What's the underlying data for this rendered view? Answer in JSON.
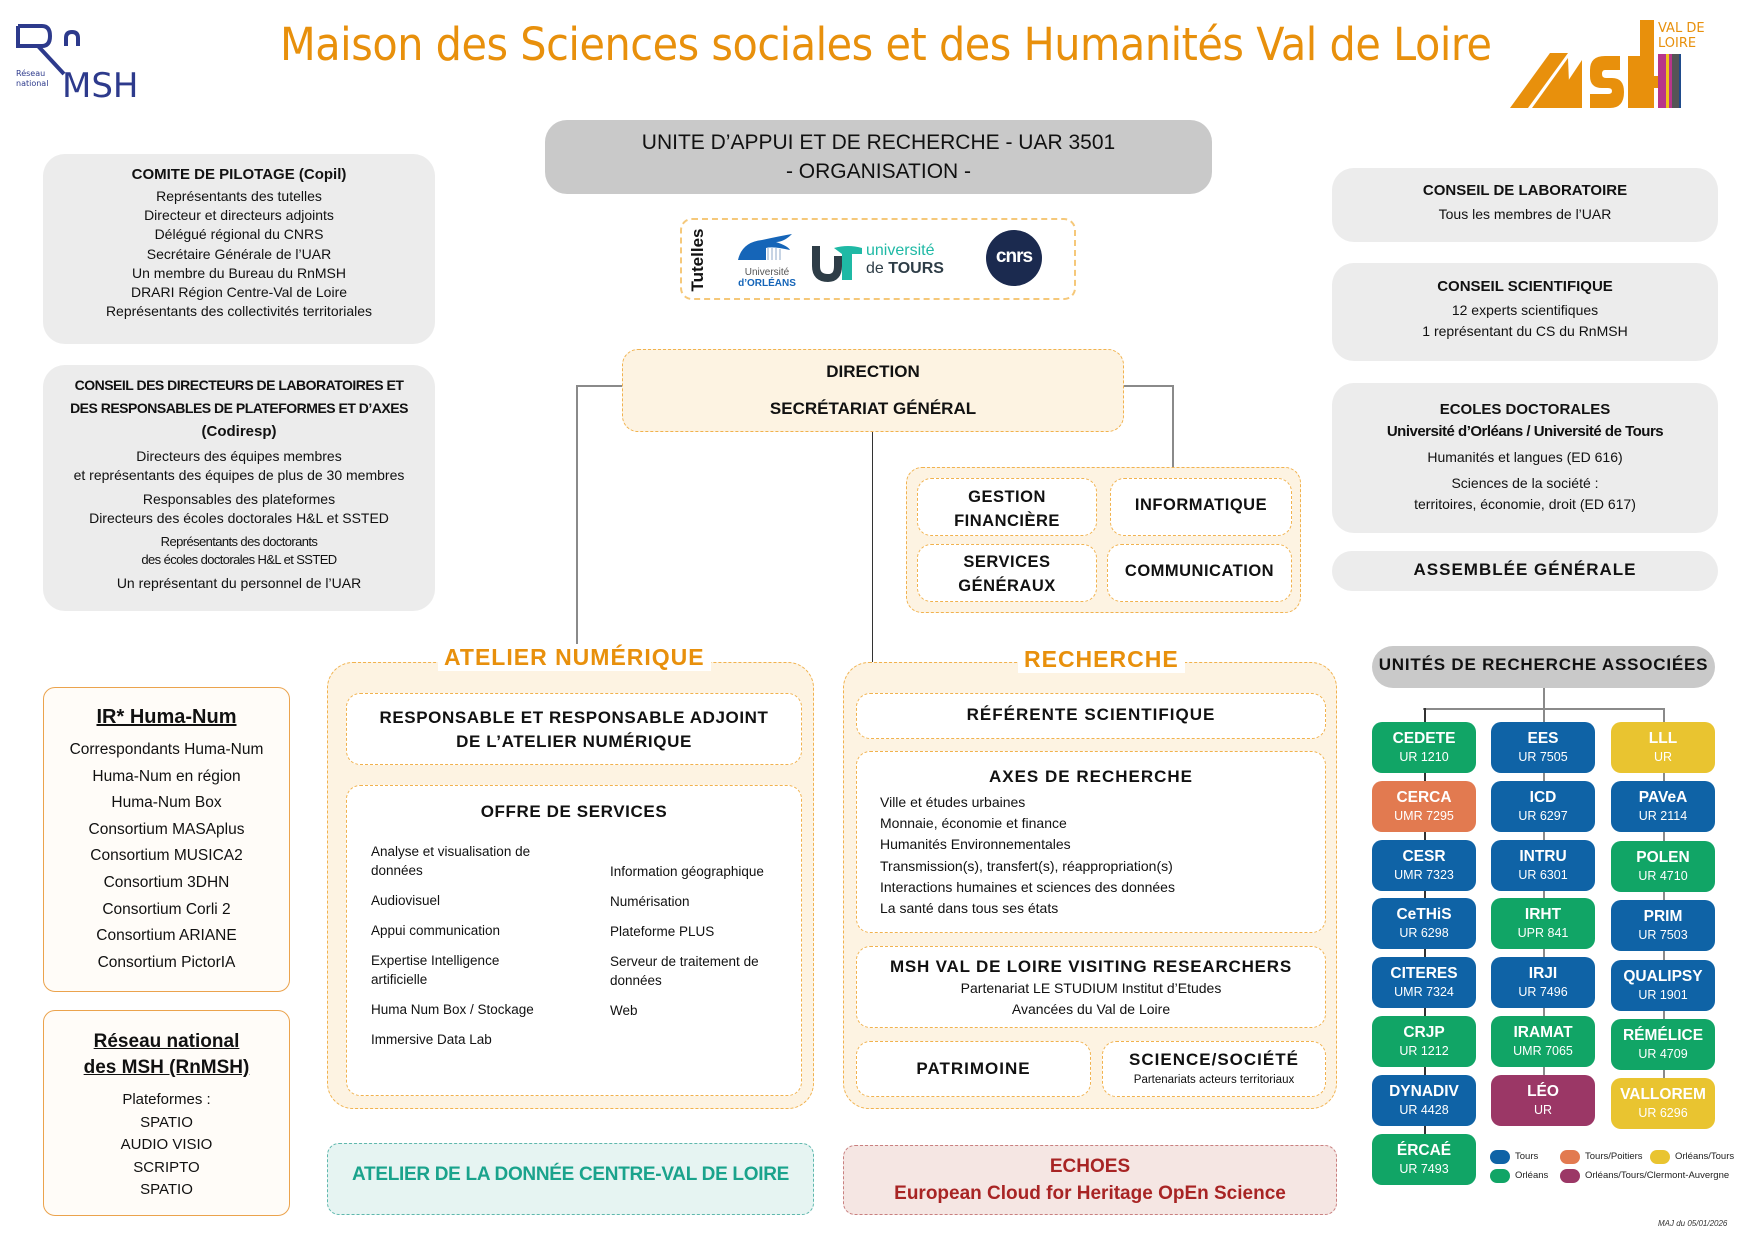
{
  "header": {
    "title": "Maison des Sciences sociales et des Humanités Val de Loire",
    "rnmsh_logo": {
      "letters_top": "Rn",
      "letters_bottom": "MSH",
      "subtitle_1": "Réseau",
      "subtitle_2": "national"
    },
    "msh_logo": {
      "word": "MSH",
      "line1": "VAL DE",
      "line2": "LOIRE"
    }
  },
  "colors": {
    "orange": "#e8900c",
    "tours_blue": "#0f63a6",
    "orleans_green": "#11a566",
    "tours_poitiers_orange": "#e27a50",
    "orleans_tours_yellow": "#e9c430",
    "orleans_tours_clermont_purple": "#9b3766",
    "adonnee_teal": "#1aa38c",
    "echoes_red": "#a82424"
  },
  "uar": {
    "line1": "UNITE D’APPUI ET DE RECHERCHE - UAR 3501",
    "line2": "- ORGANISATION -"
  },
  "tutelles": {
    "label": "Tutelles",
    "orleans": {
      "line1": "Université",
      "line2": "d’ORLÉANS"
    },
    "tours": {
      "line1": "université",
      "line2_a": "de ",
      "line2_b": "TOURS"
    },
    "cnrs": "cnrs"
  },
  "copil": {
    "title": "COMITE DE PILOTAGE (Copil)",
    "lines": [
      "Représentants des tutelles",
      "Directeur et directeurs adjoints",
      "Délégué régional du CNRS",
      "Secrétaire Générale de l’UAR",
      "Un membre du Bureau du RnMSH",
      "DRARI Région Centre-Val de Loire",
      "Représentants des collectivités territoriales"
    ]
  },
  "codiresp": {
    "title_1": "CONSEIL DES DIRECTEURS DE LABORATOIRES ET",
    "title_2": "DES RESPONSABLES DE PLATEFORMES ET D’AXES",
    "title_3": "(Codiresp)",
    "groups": [
      [
        "Directeurs des équipes membres",
        "et représentants des équipes de plus de 30 membres"
      ],
      [
        "Responsables des plateformes",
        "Directeurs des écoles doctorales H&L et SSTED"
      ],
      [
        "Représentants des doctorants",
        "des écoles doctorales H&L et SSTED"
      ],
      [
        "Un représentant du personnel de l’UAR"
      ]
    ]
  },
  "conseil_labo": {
    "title": "CONSEIL DE LABORATOIRE",
    "lines": [
      "Tous les membres de l’UAR"
    ]
  },
  "conseil_sci": {
    "title": "CONSEIL SCIENTIFIQUE",
    "lines": [
      "12 experts scientifiques",
      "1 représentant du CS du RnMSH"
    ]
  },
  "ecoles": {
    "title": "ECOLES DOCTORALES",
    "subtitle": "Université d’Orléans / Université de Tours",
    "line1": "Humanités et langues (ED 616)",
    "line2": "Sciences de la société :",
    "line3": "territoires, économie, droit (ED 617)"
  },
  "assemblee": {
    "title": "ASSEMBLÉE GÉNÉRALE"
  },
  "direction": {
    "line1": "DIRECTION",
    "line2": "SECRÉTARIAT GÉNÉRAL"
  },
  "services": {
    "gestion": [
      "GESTION",
      "FINANCIÈRE"
    ],
    "informatique": "INFORMATIQUE",
    "generaux": [
      "SERVICES",
      "GÉNÉRAUX"
    ],
    "communication": "COMMUNICATION"
  },
  "atelier": {
    "label": "ATELIER NUMÉRIQUE",
    "responsable": [
      "RESPONSABLE ET RESPONSABLE ADJOINT",
      "DE L’ATELIER NUMÉRIQUE"
    ],
    "offre_title": "OFFRE DE SERVICES",
    "offre_left": [
      [
        "Analyse et visualisation de",
        "données"
      ],
      [
        "Audiovisuel"
      ],
      [
        "Appui communication"
      ],
      [
        "Expertise Intelligence",
        "artificielle"
      ],
      [
        "Huma Num Box / Stockage"
      ],
      [
        "Immersive Data Lab"
      ]
    ],
    "offre_right": [
      [
        "Information géographique"
      ],
      [
        "Numérisation"
      ],
      [
        "Plateforme PLUS"
      ],
      [
        "Serveur de traitement de",
        "données"
      ],
      [
        "Web"
      ]
    ]
  },
  "recherche": {
    "label": "RECHERCHE",
    "referente": "RÉFÉRENTE SCIENTIFIQUE",
    "axes_title": "AXES DE RECHERCHE",
    "axes": [
      "Ville et études urbaines",
      "Monnaie, économie et finance",
      "Humanités Environnementales",
      "Transmission(s), transfert(s), réappropriation(s)",
      "Interactions humaines et sciences des données",
      "La santé dans tous ses états"
    ],
    "visiting_title": "MSH VAL DE LOIRE VISITING RESEARCHERS",
    "visiting_lines": [
      "Partenariat LE STUDIUM Institut d’Etudes",
      "Avancées du Val de Loire"
    ],
    "patrimoine": "PATRIMOINE",
    "science_title": "SCIENCE/SOCIÉTÉ",
    "science_sub": "Partenariats acteurs territoriaux"
  },
  "humanum": {
    "title": "IR* Huma-Num",
    "items": [
      "Correspondants Huma-Num",
      "Huma-Num en région",
      "Huma-Num Box",
      "Consortium MASAplus",
      "Consortium MUSICA2",
      "Consortium 3DHN",
      "Consortium Corli 2",
      "Consortium ARIANE",
      "Consortium PictorIA"
    ]
  },
  "rnmsh": {
    "title_1": "Réseau national",
    "title_2": "des MSH (RnMSH)",
    "items": [
      "Plateformes :",
      "SPATIO",
      "AUDIO VISIO",
      "SCRIPTO",
      "SPATIO"
    ]
  },
  "adonnee": {
    "title": "ATELIER DE LA DONNÉE CENTRE-VAL DE LOIRE"
  },
  "echoes": {
    "line1": "ECHOES",
    "line2": "European Cloud for Heritage OpEn Science"
  },
  "unites": {
    "title": "UNITÉS DE RECHERCHE ASSOCIÉES",
    "columns": [
      [
        {
          "name": "CEDETE",
          "code": "UR 1210",
          "site": "orleans"
        },
        {
          "name": "CERCA",
          "code": "UMR 7295",
          "site": "tours_poitiers"
        },
        {
          "name": "CESR",
          "code": "UMR 7323",
          "site": "tours"
        },
        {
          "name": "CeTHiS",
          "code": "UR 6298",
          "site": "tours"
        },
        {
          "name": "CITERES",
          "code": "UMR 7324",
          "site": "tours"
        },
        {
          "name": "CRJP",
          "code": "UR 1212",
          "site": "orleans"
        },
        {
          "name": "DYNADIV",
          "code": "UR 4428",
          "site": "tours"
        },
        {
          "name": "ÉRCAÉ",
          "code": "UR 7493",
          "site": "orleans"
        }
      ],
      [
        {
          "name": "EES",
          "code": "UR 7505",
          "site": "tours"
        },
        {
          "name": "ICD",
          "code": "UR 6297",
          "site": "tours"
        },
        {
          "name": "INTRU",
          "code": "UR 6301",
          "site": "tours"
        },
        {
          "name": "IRHT",
          "code": "UPR 841",
          "site": "orleans"
        },
        {
          "name": "IRJI",
          "code": "UR 7496",
          "site": "tours"
        },
        {
          "name": "IRAMAT",
          "code": "UMR 7065",
          "site": "orleans"
        },
        {
          "name": "LÉO",
          "code": "UR",
          "site": "orleans_tours_clermont"
        }
      ],
      [
        {
          "name": "LLL",
          "code": "UR",
          "site": "orleans_tours"
        },
        {
          "name": "PAVeA",
          "code": "UR 2114",
          "site": "tours"
        },
        {
          "name": "POLEN",
          "code": "UR 4710",
          "site": "orleans"
        },
        {
          "name": "PRIM",
          "code": "UR 7503",
          "site": "tours"
        },
        {
          "name": "QUALIPSY",
          "code": "UR 1901",
          "site": "tours"
        },
        {
          "name": "RÉMÉLICE",
          "code": "UR 4709",
          "site": "orleans"
        },
        {
          "name": "VALLOREM",
          "code": "UR 6296",
          "site": "orleans_tours"
        }
      ]
    ],
    "legend": [
      {
        "label": "Tours",
        "site": "tours"
      },
      {
        "label": "Tours/Poitiers",
        "site": "tours_poitiers"
      },
      {
        "label": "Orléans/Tours",
        "site": "orleans_tours"
      },
      {
        "label": "Orléans",
        "site": "orleans"
      },
      {
        "label": "Orléans/Tours/Clermont-Auvergne",
        "site": "orleans_tours_clermont"
      }
    ]
  },
  "footer": {
    "updated": "MAJ du 05/01/2026"
  }
}
